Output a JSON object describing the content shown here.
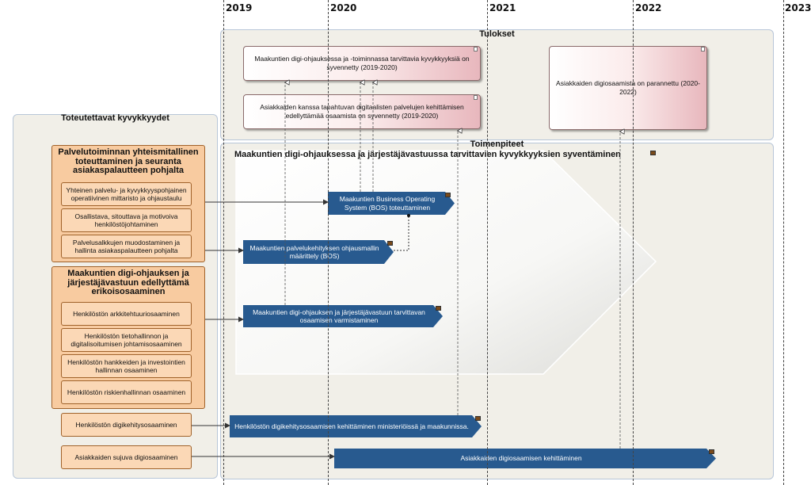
{
  "years": [
    "2019",
    "2020",
    "2021",
    "2022",
    "2023"
  ],
  "panels": {
    "results_title": "Tulokset",
    "actions_title": "Toimenpiteet",
    "capabilities_title": "Toteutettavat kyvykkyydet"
  },
  "results": {
    "r1": "Maakuntien digi-ohjauksessa ja -toiminnassa tarvittavia kyvykkyyksiä on syvennetty (2019-2020)",
    "r2": "Asiakkaiden kanssa tapahtuvan digitaalisten palvelujen kehittämisen edellyttämää osaamista on syvennetty (2019-2020)",
    "r3": "Asiakkaiden digiosaamista on parannettu (2020-2022)"
  },
  "big_action": "Maakuntien digi-ohjauksessa ja järjestäjävastuussa tarvittavien kyvykkyyksien syventäminen",
  "actions": {
    "a1": "Maakuntien Business Operating System (BOS) toteuttaminen",
    "a2": "Maakuntien palvelukehityksen ohjausmallin määrittely (BOS)",
    "a3": "Maakuntien digi-ohjauksen ja järjestäjävastuun tarvittavan osaamisen varmistaminen",
    "a4": "Henkilöstön digikehitysosaamisen kehittäminen ministeriöissä ja maakunnissa.",
    "a5": "Asiakkaiden digiosaamisen kehittäminen"
  },
  "capability_groups": [
    {
      "title": "Palvelutoiminnan yhteismitallinen toteuttaminen ja seuranta asiakaspalautteen pohjalta",
      "items": [
        "Yhteinen palvelu- ja kyvykkyyspohjainen operatiivinen mittaristo ja ohjaustaulu",
        "Osallistava, sitouttava ja motivoiva henkilöstöjohtaminen",
        "Palvelusalkkujen muodostaminen ja hallinta asiakaspalautteen pohjalta"
      ]
    },
    {
      "title": "Maakuntien digi-ohjauksen ja järjestäjävastuun edellyttämä erikoisosaaminen",
      "items": [
        "Henkilöstön arkkitehtuuriosaaminen",
        "Henkilöstön tietohallinnon ja digitalisoitumisen johtamisosaaminen",
        "Henkilöstön hankkeiden ja investointien hallinnan osaaminen",
        "Henkilöstön riskienhallinnan osaaminen"
      ]
    }
  ],
  "standalone_capabilities": [
    "Henkilöstön digikehitysosaaminen",
    "Asiakkaiden sujuva digiosaaminen"
  ],
  "colors": {
    "action_fill": "#285a8f",
    "capability_fill": "#fbd8b6",
    "capability_group_fill": "#f8cba0",
    "panel_fill": "#f1efe8",
    "result_accent": "#e8b7bd"
  }
}
